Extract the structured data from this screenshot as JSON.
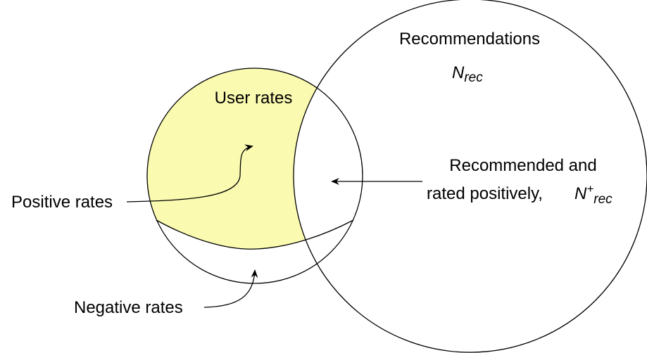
{
  "labels": {
    "recommendations": "Recommendations",
    "n_rec_main": "N",
    "n_rec_sub": "rec",
    "user_rates": "User rates",
    "recommended_line1": "Recommended and",
    "recommended_line2": "rated positively,",
    "n_plus_main": "N",
    "n_plus_sup": "+",
    "n_plus_sub": "rec",
    "positive_rates": "Positive rates",
    "negative_rates": "Negative rates"
  },
  "colors": {
    "positive_fill": "#fafab0",
    "stroke": "#000000"
  }
}
